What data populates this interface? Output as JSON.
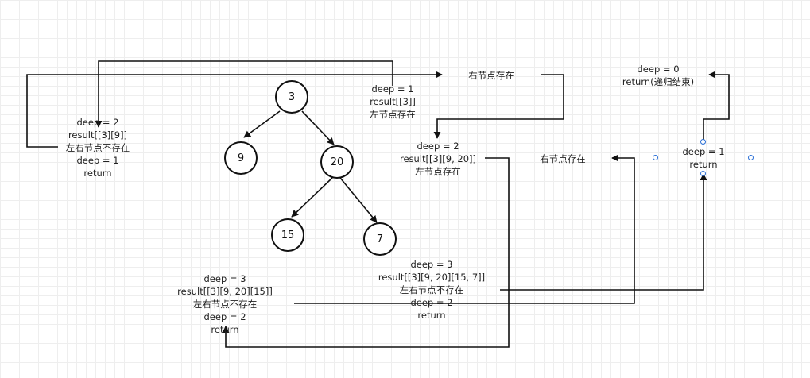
{
  "tree": {
    "root": "3",
    "left": "9",
    "right": "20",
    "right_left": "15",
    "right_right": "7"
  },
  "labels": {
    "deep1_root": [
      "deep = 1",
      "result[[3]]",
      "左节点存在"
    ],
    "deep2_left": [
      "deep = 2",
      "result[[3][9]]",
      "左右节点不存在",
      "deep = 1",
      "return"
    ],
    "deep2_right": [
      "deep = 2",
      "result[[3][9, 20]]",
      "左节点存在"
    ],
    "deep3_left": [
      "deep = 3",
      "result[[3][9, 20][15]]",
      "左右节点不存在",
      "deep = 2",
      "return"
    ],
    "deep3_right": [
      "deep = 3",
      "result[[3][9, 20][15, 7]]",
      "左右节点不存在",
      "deep = 2",
      "return"
    ],
    "right_exists_top": "右节点存在",
    "right_exists_mid": "右节点存在",
    "deep1_return": [
      "deep = 1",
      "return"
    ],
    "deep0_end": [
      "deep = 0",
      "return(递归结束)"
    ]
  }
}
